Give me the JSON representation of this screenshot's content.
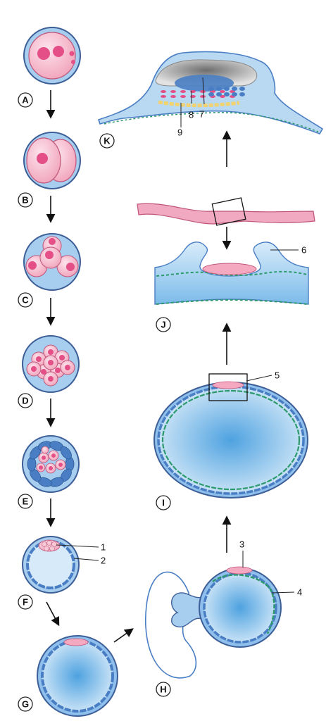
{
  "stages": [
    {
      "letter": "A"
    },
    {
      "letter": "B"
    },
    {
      "letter": "C"
    },
    {
      "letter": "D"
    },
    {
      "letter": "E"
    },
    {
      "letter": "F"
    },
    {
      "letter": "G"
    },
    {
      "letter": "H"
    },
    {
      "letter": "I"
    },
    {
      "letter": "J"
    },
    {
      "letter": "K"
    }
  ],
  "callouts": [
    {
      "label": "1"
    },
    {
      "label": "2"
    },
    {
      "label": "3"
    },
    {
      "label": "4"
    },
    {
      "label": "5"
    },
    {
      "label": "6"
    },
    {
      "label": "7"
    },
    {
      "label": "8"
    },
    {
      "label": "9"
    }
  ],
  "colors": {
    "zona": "#6d9fd6",
    "zona_stroke": "#3d5f98",
    "cell_pink": "#f5b6c8",
    "cell_pink_stroke": "#c05478",
    "nucleus": "#e34f86",
    "fluid_light": "#cfe6f8",
    "fluid_dark": "#5aa9e3",
    "trophoblast": "#4a7ec4",
    "endoderm_green": "#2d9a6c",
    "yolk_yellow": "#f0d36e",
    "embryonic_gray": "#a8a8a8"
  }
}
